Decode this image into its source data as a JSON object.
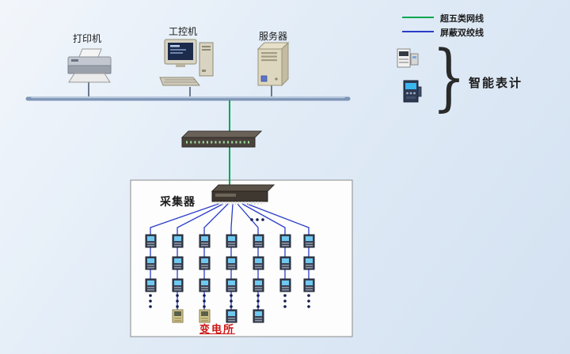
{
  "legend": {
    "cat5e_label": "超五类网线",
    "stp_label": "屏蔽双绞线"
  },
  "devices": {
    "printer_label": "打印机",
    "ipc_label": "工控机",
    "server_label": "服务器"
  },
  "smart_meters_label": "智能表计",
  "collector_label": "采集器",
  "substation_label": "变电所",
  "colors": {
    "cat5e-green": "#00a651",
    "stp-blue": "#2a3cc9",
    "bus-gray": "#7e95b6",
    "substation-red": "#cc1414"
  },
  "icons": {
    "printer": "printer-icon",
    "industrial_pc": "industrial-pc-icon",
    "server": "server-tower-icon",
    "switch": "network-switch-icon",
    "collector": "collector-device-icon",
    "meter": "power-meter-icon",
    "smart_meter_a": "smart-meter-icon",
    "smart_meter_b": "smart-meter-icon",
    "brace": "curly-brace"
  }
}
